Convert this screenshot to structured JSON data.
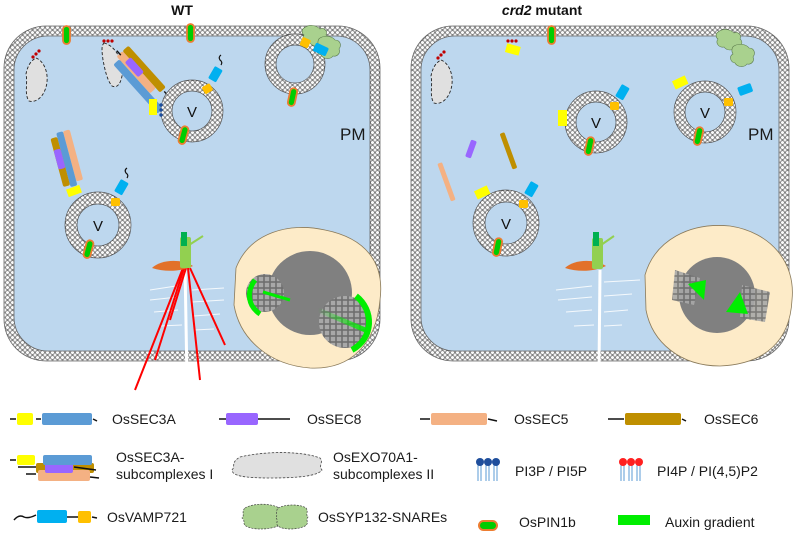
{
  "panels": [
    {
      "title": "WT",
      "title_style": "bold",
      "pm_label": "PM",
      "vesicle_label": "V"
    },
    {
      "title_italic": "crd2",
      "title_rest": " mutant",
      "pm_label": "PM",
      "vesicle_label": "V"
    }
  ],
  "legend": {
    "items": [
      {
        "icon": "ossec3a-icon",
        "label": "OsSEC3A"
      },
      {
        "icon": "ossec8-icon",
        "label": "OsSEC8"
      },
      {
        "icon": "ossec5-icon",
        "label": "OsSEC5"
      },
      {
        "icon": "ossec6-icon",
        "label": "OsSEC6"
      },
      {
        "icon": "ossec3a-subcomplex-icon",
        "label_line1": "OsSEC3A-",
        "label_line2": "subcomplexes I"
      },
      {
        "icon": "osexo70a1-subcomplex-icon",
        "label_line1": "OsEXO70A1-",
        "label_line2": "subcomplexes II"
      },
      {
        "icon": "pi3p-lipid-icon",
        "label": "PI3P / PI5P"
      },
      {
        "icon": "pi4p-lipid-icon",
        "label": "PI4P / PI(4,5)P2"
      },
      {
        "icon": "osvamp721-icon",
        "label": "OsVAMP721"
      },
      {
        "icon": "ossyp132-snare-icon",
        "label": "OsSYP132-SNAREs"
      },
      {
        "icon": "ospin1b-icon",
        "label": "OsPIN1b"
      },
      {
        "icon": "auxin-gradient-icon",
        "label": "Auxin gradient"
      }
    ]
  },
  "colors": {
    "cytoplasm": "#bdd7ee",
    "sec3a_n": "#ffff00",
    "sec3a_body": "#5b9bd5",
    "sec8": "#9966ff",
    "sec5": "#f4b183",
    "sec6": "#bf8f00",
    "vamp_body": "#00b0f0",
    "vamp_tail": "#ffc000",
    "snare": "#a9d18e",
    "exo70": "#e0e0e0",
    "pin_border": "#ed7d31",
    "pin_fill": "#00cc00",
    "auxin": "#00ee00",
    "pi3p": "#1f4e9c",
    "pi4p": "#ff2020",
    "root_red": "#ff0000",
    "callus": "#fdebc8",
    "meristem": "#808080"
  }
}
